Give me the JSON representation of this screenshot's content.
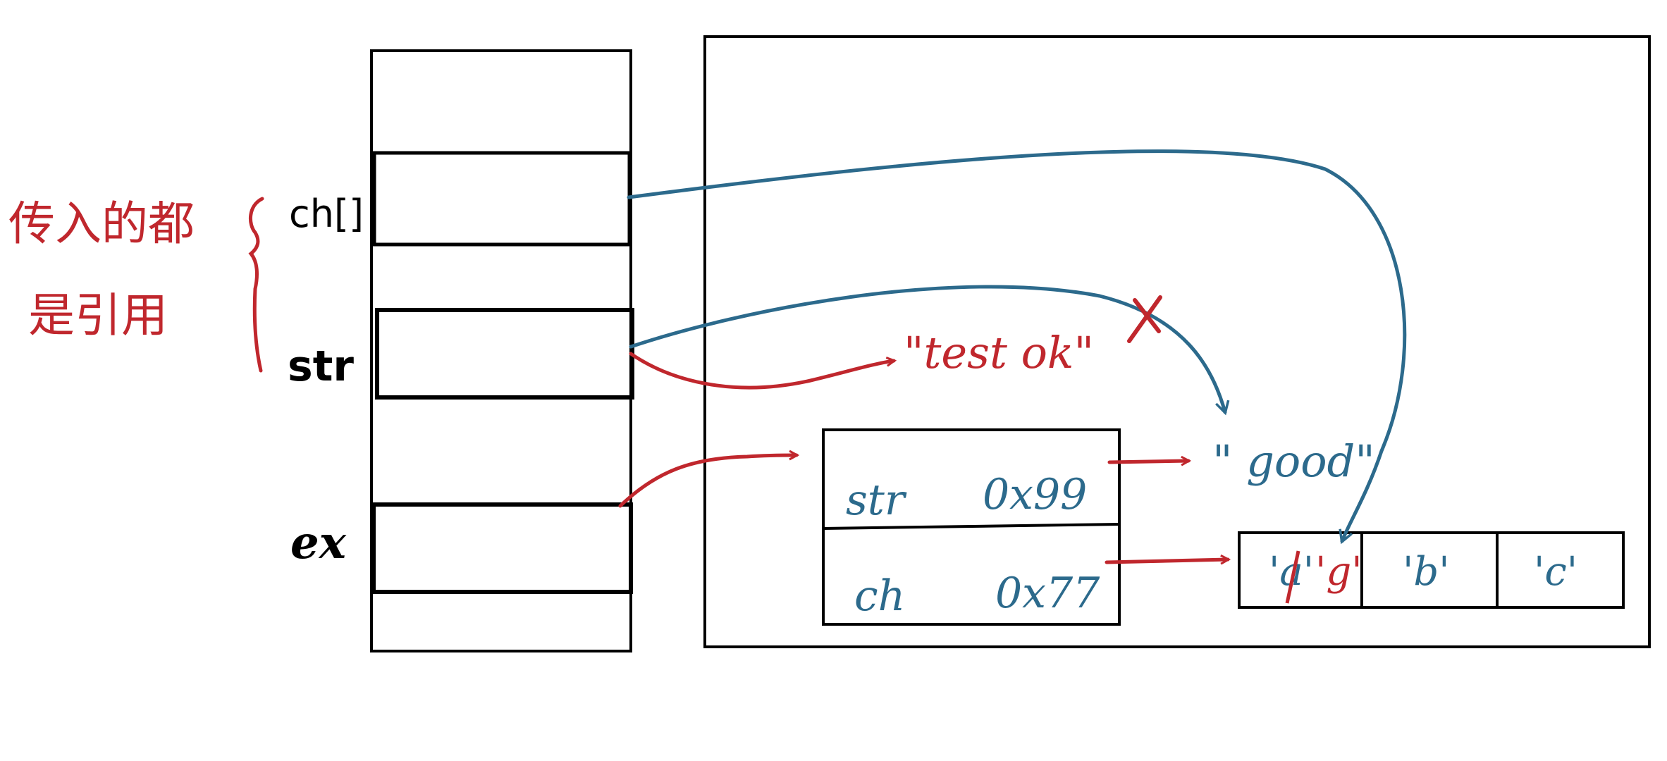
{
  "annotation": {
    "line1": "传入的都",
    "line2": "是引用"
  },
  "stack": {
    "labels": {
      "ch": "ch[]",
      "str": "str",
      "ex": "ex"
    }
  },
  "strings": {
    "test_ok": "\"test  ok\"",
    "good": "\" good\""
  },
  "ex_object": {
    "row1": {
      "field": "str",
      "addr": "0x99"
    },
    "row2": {
      "field": "ch",
      "addr": "0x77"
    }
  },
  "char_array": {
    "cell0_old": "'a'",
    "cell0_new": "'g'",
    "cell1": "'b'",
    "cell2": "'c'"
  },
  "colors": {
    "red": "#c0272d",
    "blue": "#2c6a8c",
    "black": "#000000"
  }
}
